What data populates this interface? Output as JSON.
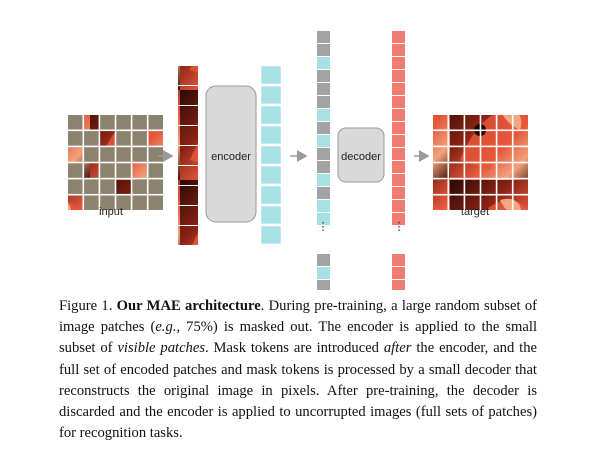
{
  "labels": {
    "input": "input",
    "encoder": "encoder",
    "decoder": "decoder",
    "target": "target",
    "ellipsis_mid": "⋮",
    "ellipsis_right": "⋮"
  },
  "caption": {
    "figure_number": "Figure 1.",
    "title": "Our MAE architecture",
    "p1": ". During pre-training, a large random subset of image patches (",
    "eg": "e.g.",
    "p2": ", 75%) is masked out. The encoder is applied to the small subset of ",
    "visible": "visible patches",
    "p3": ". Mask tokens are introduced ",
    "after": "after",
    "p4": " the encoder, and the full set of encoded patches and mask tokens is processed by a small decoder that reconstructs the original image in pixels. After pre-training, the decoder is discarded and the encoder is applied to uncorrupted images (full sets of patches) for recognition tasks."
  },
  "colors": {
    "mask_gray": "#8b8270",
    "token_gray": "#a3a3a3",
    "token_cyan": "#a6e1e6",
    "token_red": "#f07c71",
    "box_fill": "#d9d9d9",
    "box_stroke": "#9a9a9a",
    "arrow": "#9a9a9a",
    "flamingo_dark": "#7a1d12",
    "flamingo_mid": "#d2402a",
    "flamingo_light": "#f3a07a"
  },
  "diagram": {
    "grid_size": 6,
    "input_mask": [
      [
        1,
        0,
        1,
        1,
        1,
        1
      ],
      [
        1,
        1,
        0,
        1,
        1,
        0
      ],
      [
        0,
        1,
        1,
        1,
        1,
        1
      ],
      [
        1,
        0,
        1,
        1,
        0,
        1
      ],
      [
        1,
        1,
        1,
        0,
        1,
        1
      ],
      [
        0,
        1,
        1,
        1,
        1,
        1
      ]
    ],
    "encoder_input_count": 9,
    "encoded_token_count": 9,
    "decoder_input_sequence": [
      "g",
      "g",
      "c",
      "g",
      "g",
      "g",
      "c",
      "g",
      "c",
      "g",
      "g",
      "c",
      "g",
      "c",
      "c",
      "g",
      "c",
      "g",
      "g",
      "g"
    ],
    "decoder_output_count": 20
  }
}
